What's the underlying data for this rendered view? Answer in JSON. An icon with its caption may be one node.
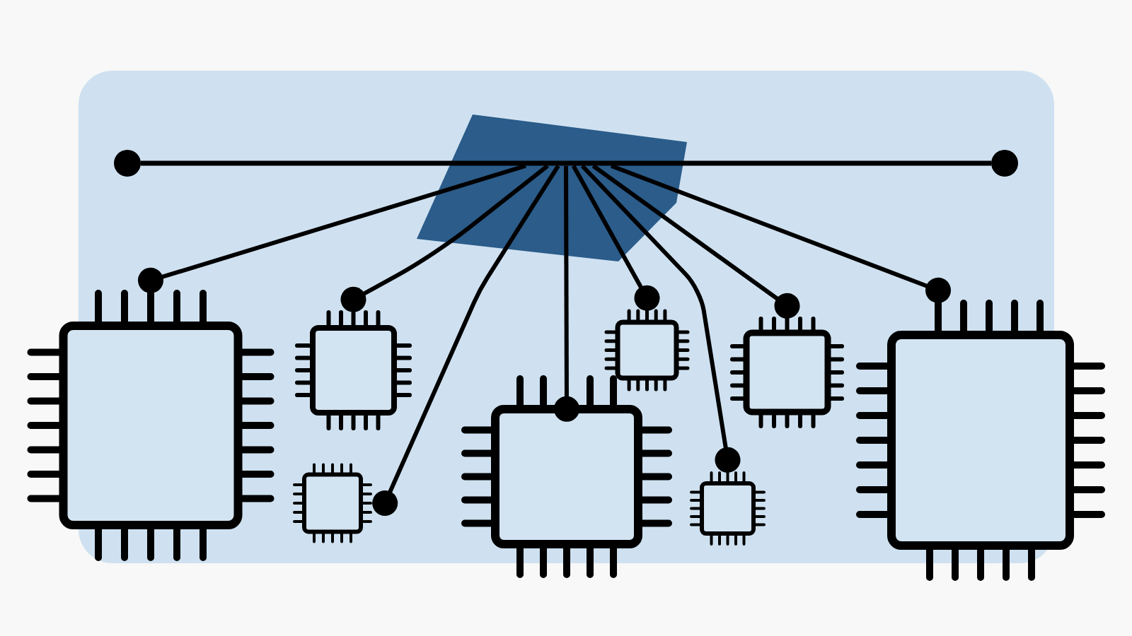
{
  "diagram": {
    "nodes": [
      {
        "text": [],
        "shape": "bar"
      },
      {
        "text": [],
        "shape": "chip"
      },
      {
        "text": [],
        "shape": "chip"
      },
      {
        "text": [],
        "shape": "chip"
      },
      {
        "text": [],
        "shape": "chip"
      },
      {
        "text": [],
        "shape": "chip"
      },
      {
        "text": [],
        "shape": "chip"
      },
      {
        "text": [],
        "shape": "chip"
      },
      {
        "text": [],
        "shape": "chip"
      }
    ],
    "edges": [
      {
        "from": 0,
        "to": 1,
        "arrow": "other"
      },
      {
        "from": 0,
        "to": 2,
        "arrow": "other"
      },
      {
        "from": 0,
        "to": 3,
        "arrow": "other"
      },
      {
        "from": 0,
        "to": 4,
        "arrow": "other"
      },
      {
        "from": 0,
        "to": 5,
        "arrow": "other"
      },
      {
        "from": 0,
        "to": 6,
        "arrow": "other"
      },
      {
        "from": 0,
        "to": 7,
        "arrow": "other"
      },
      {
        "from": 0,
        "to": 8,
        "arrow": "other"
      }
    ]
  }
}
